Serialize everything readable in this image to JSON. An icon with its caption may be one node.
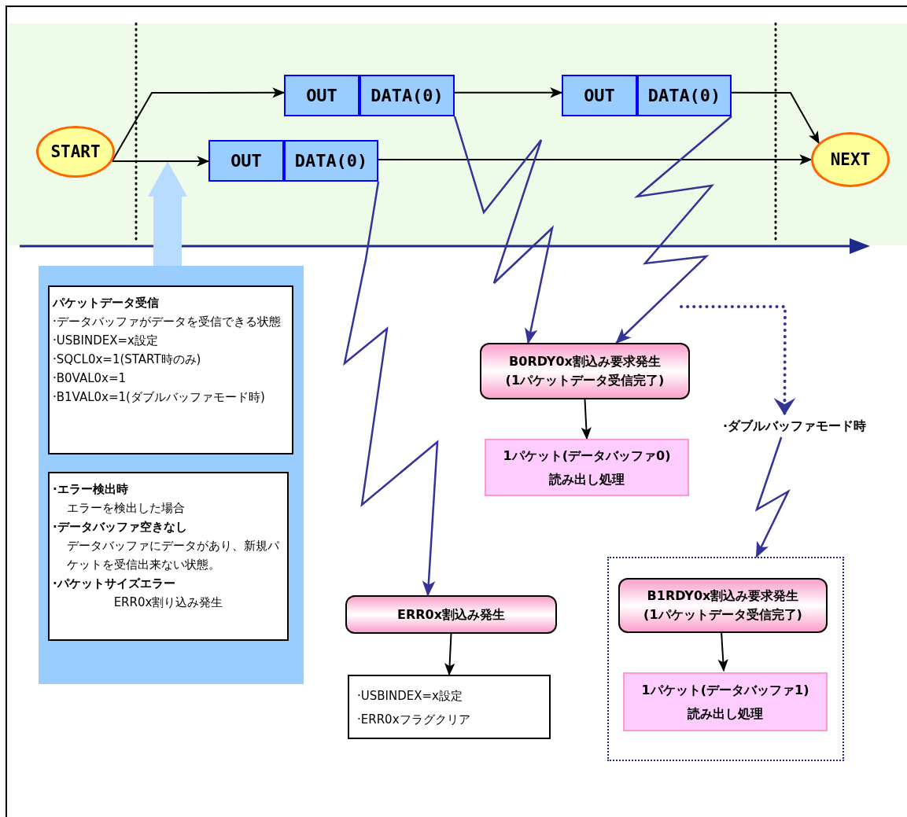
{
  "diagram": {
    "nodes": [
      {
        "text": [
          "START"
        ]
      },
      {
        "text": [
          "OUT"
        ]
      },
      {
        "text": [
          "DATA(0)"
        ]
      },
      {
        "text": [
          "OUT"
        ]
      },
      {
        "text": [
          "DATA(0)"
        ]
      },
      {
        "text": [
          "OUT"
        ]
      },
      {
        "text": [
          "DATA(0)"
        ]
      },
      {
        "text": [
          "NEXT"
        ]
      },
      {
        "text": [],
        "shape": "box"
      },
      {
        "text": [
          "パケットデータ受信",
          "·データバッファがデータを受信できる状態",
          "·USBINDEX=x設定",
          "·SQCL0x=1(START時のみ)",
          "·B0VAL0x=1",
          "·B1VAL0x=1(ダブルバッファモード時)"
        ],
        "in": 8
      },
      {
        "text": [
          "·エラー検出時",
          "エラーを検出した場合",
          "·データバッファ空きなし",
          "データバッファにデータがあり、新規パケットを受信出来ない状態。",
          "·パケットサイズエラー",
          "ERR0x割り込み発生"
        ],
        "in": 8
      },
      {
        "text": [
          "B0RDY0x割込み要求発生",
          "(1パケットデータ受信完了)"
        ]
      },
      {
        "text": [
          "1パケット(データバッファ0)読み出し処理"
        ]
      },
      {
        "text": [
          "·ダブルバッファモード時"
        ]
      },
      {
        "text": [],
        "shape": "box"
      },
      {
        "text": [
          "B1RDY0x割込み要求発生",
          "(1パケットデータ受信完了)"
        ],
        "in": 14
      },
      {
        "text": [
          "1パケット(データバッファ1)読み出し処理"
        ],
        "in": 14
      },
      {
        "text": [
          "ERR0x割込み発生"
        ]
      },
      {
        "text": [
          "·USBINDEX=x設定",
          "·ERR0xフラグクリア"
        ]
      }
    ],
    "edges": [
      {
        "from": 0,
        "to": 1,
        "arrow": "to"
      },
      {
        "from": 0,
        "to": 5,
        "arrow": "to"
      },
      {
        "from": 2,
        "to": 3,
        "arrow": "to"
      },
      {
        "from": 4,
        "to": 7,
        "arrow": "to"
      },
      {
        "from": 6,
        "to": 7,
        "arrow": "to"
      },
      {
        "from": 2,
        "to": 11,
        "arrow": "to",
        "color": "#333399"
      },
      {
        "from": 4,
        "to": 11,
        "arrow": "to",
        "color": "#333399"
      },
      {
        "from": 6,
        "to": 17,
        "arrow": "to",
        "color": "#333399"
      },
      {
        "from": null,
        "to": 13,
        "arrow": "to",
        "style": "dashed",
        "color": "#333399"
      },
      {
        "from": 13,
        "to": 14,
        "arrow": "to",
        "color": "#333399"
      },
      {
        "from": 11,
        "to": 12,
        "arrow": "to"
      },
      {
        "from": 15,
        "to": 16,
        "arrow": "to"
      },
      {
        "from": 17,
        "to": 18,
        "arrow": "to"
      }
    ]
  }
}
